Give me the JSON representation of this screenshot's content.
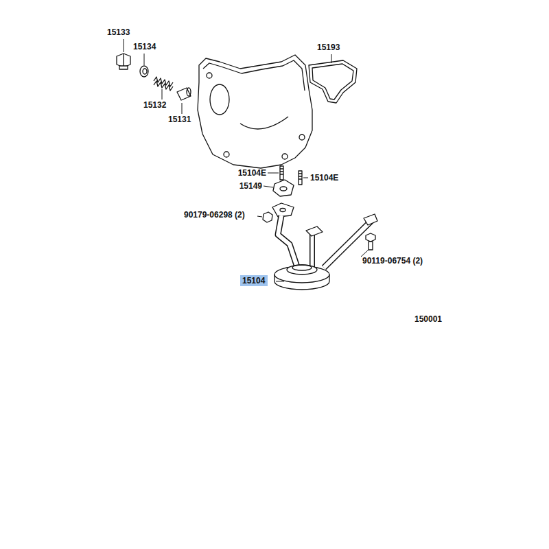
{
  "diagram": {
    "nodes": [
      {
        "text": [
          "15104"
        ]
      }
    ],
    "labels": [
      "15133",
      "15134",
      "15193",
      "15132",
      "15131",
      "15104E",
      "15149",
      "15104E",
      "90179-06298 (2)",
      "90119-06754 (2)",
      "150001"
    ]
  }
}
